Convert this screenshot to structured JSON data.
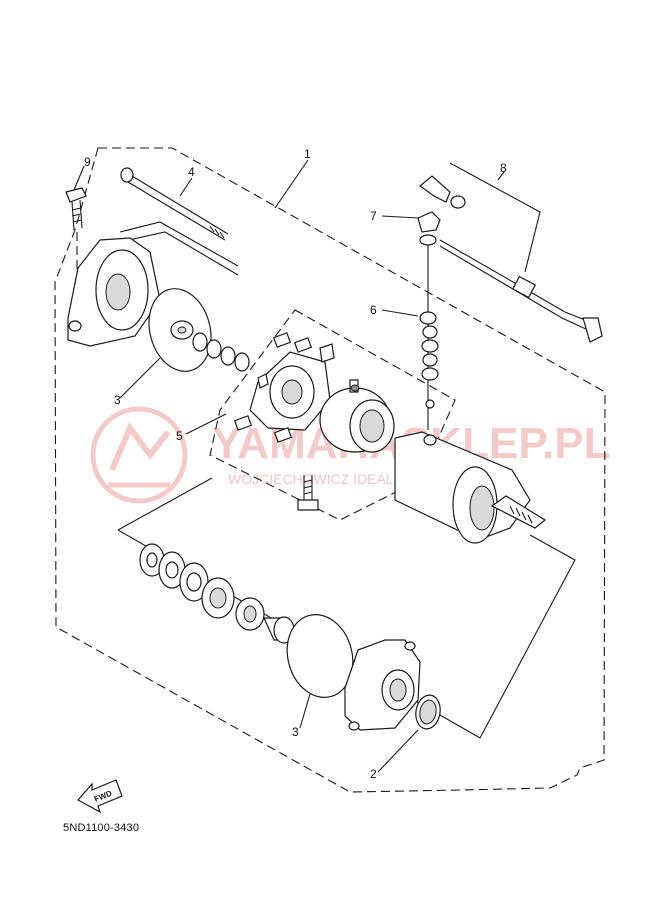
{
  "diagram": {
    "callouts": {
      "c1": "1",
      "c2": "2",
      "c3a": "3",
      "c3b": "3",
      "c4": "4",
      "c5": "5",
      "c6": "6",
      "c7": "7",
      "c8": "8",
      "c9": "9"
    },
    "fwd_label": "FWD",
    "drawing_code": "5ND1100-3430"
  },
  "watermark": {
    "title": "YAMAHASKLEP.PL",
    "subtitle": "WOJCIECHOWICZ IDEALER YAMAHA"
  },
  "colors": {
    "line": "#1a1a1a",
    "watermark": "#e9a0a0"
  }
}
